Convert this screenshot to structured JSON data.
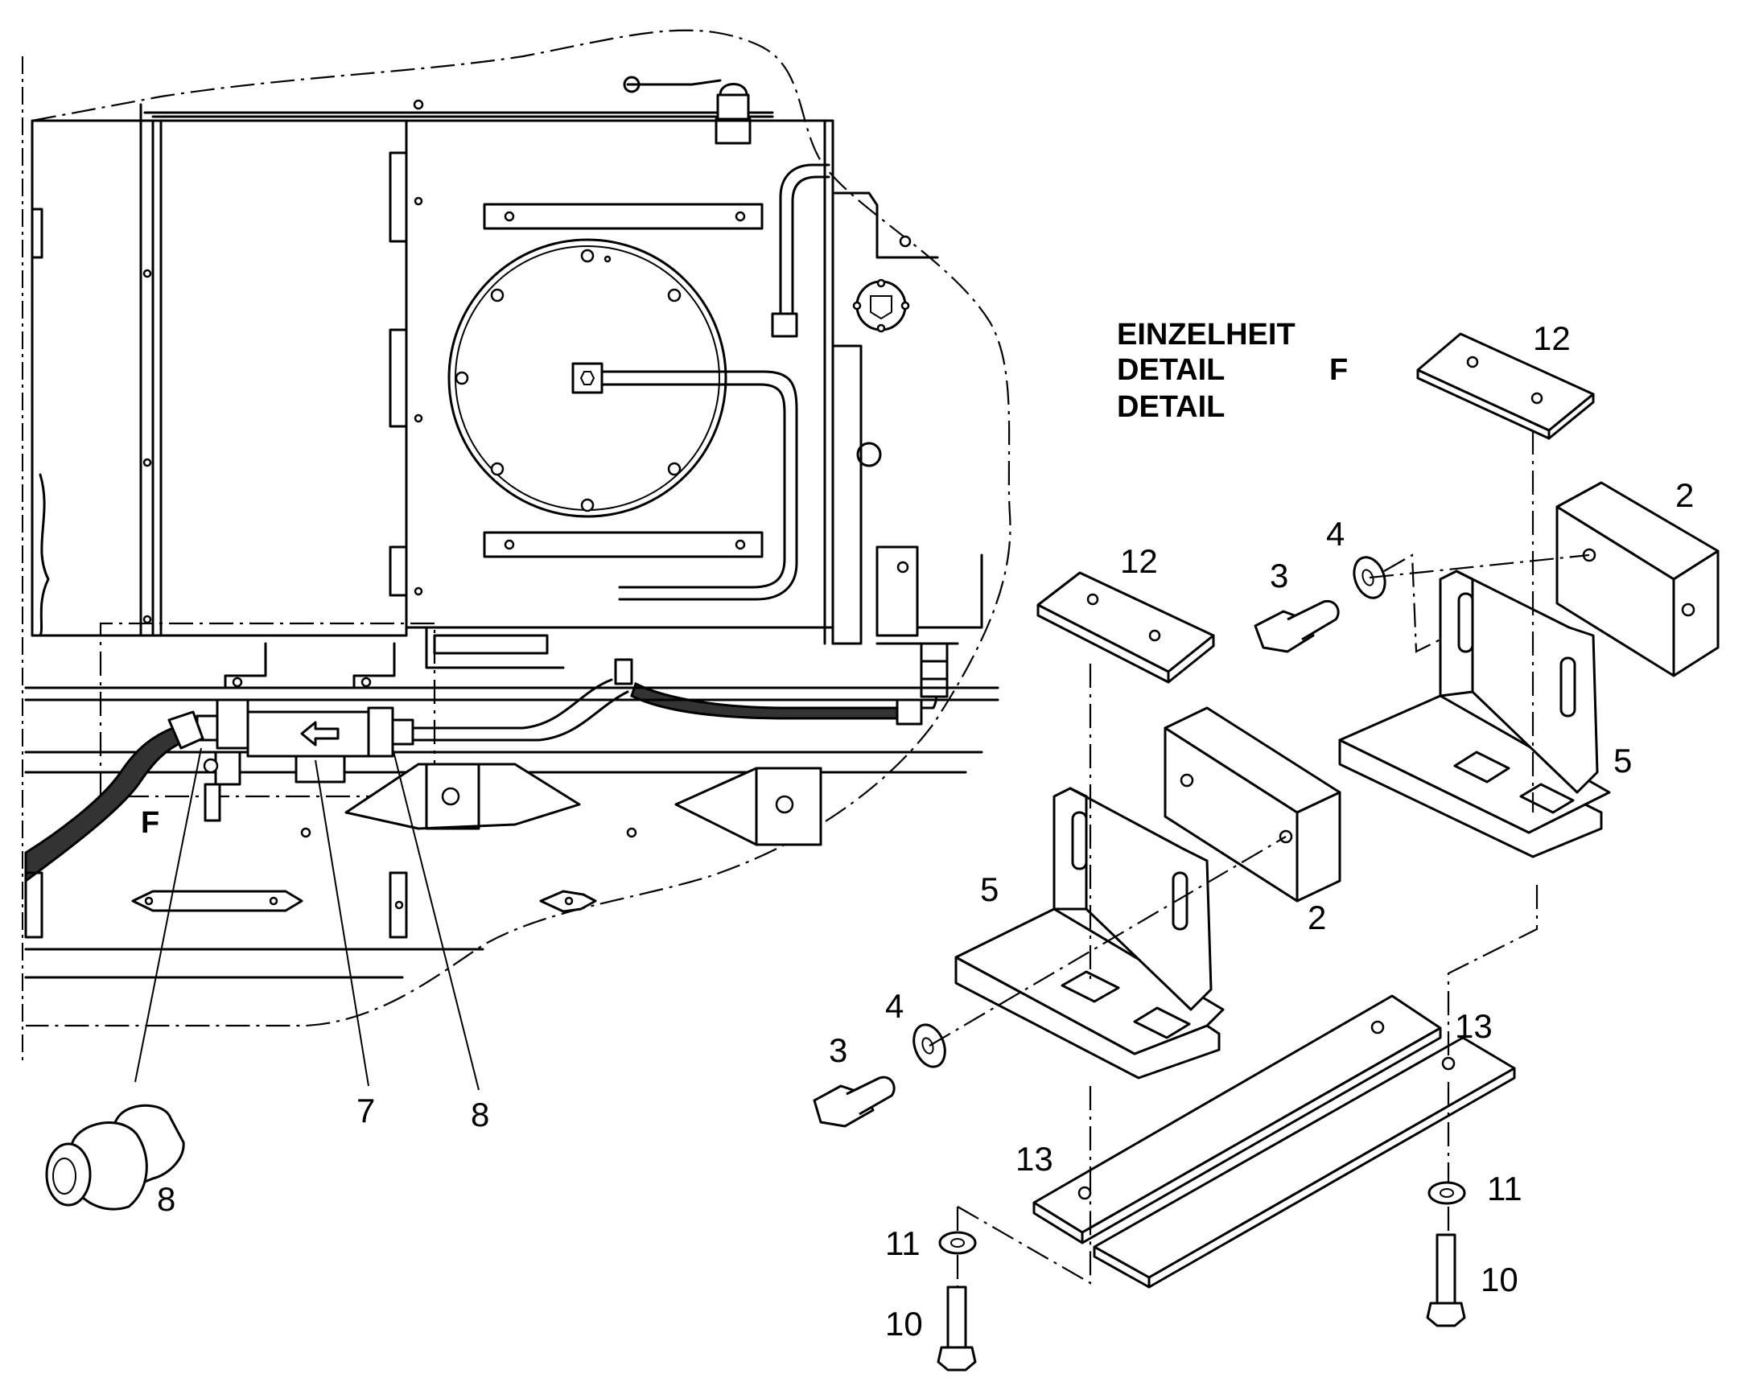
{
  "detail_heading": {
    "line1": "EINZELHEIT",
    "line2": "DETAIL",
    "line3": "DETAIL",
    "letter": "F"
  },
  "overview_letter": "F",
  "labels": {
    "p7": "7",
    "p8_upper": "8",
    "p8_lower": "8",
    "p12_upper": "12",
    "p12_lower": "12",
    "p2_upper": "2",
    "p2_lower": "2",
    "p3_upper": "3",
    "p3_lower": "3",
    "p4_upper": "4",
    "p4_lower": "4",
    "p5_upper": "5",
    "p5_lower": "5",
    "p13_upper": "13",
    "p13_lower": "13",
    "p11_left": "11",
    "p11_right": "11",
    "p10_left": "10",
    "p10_right": "10"
  }
}
